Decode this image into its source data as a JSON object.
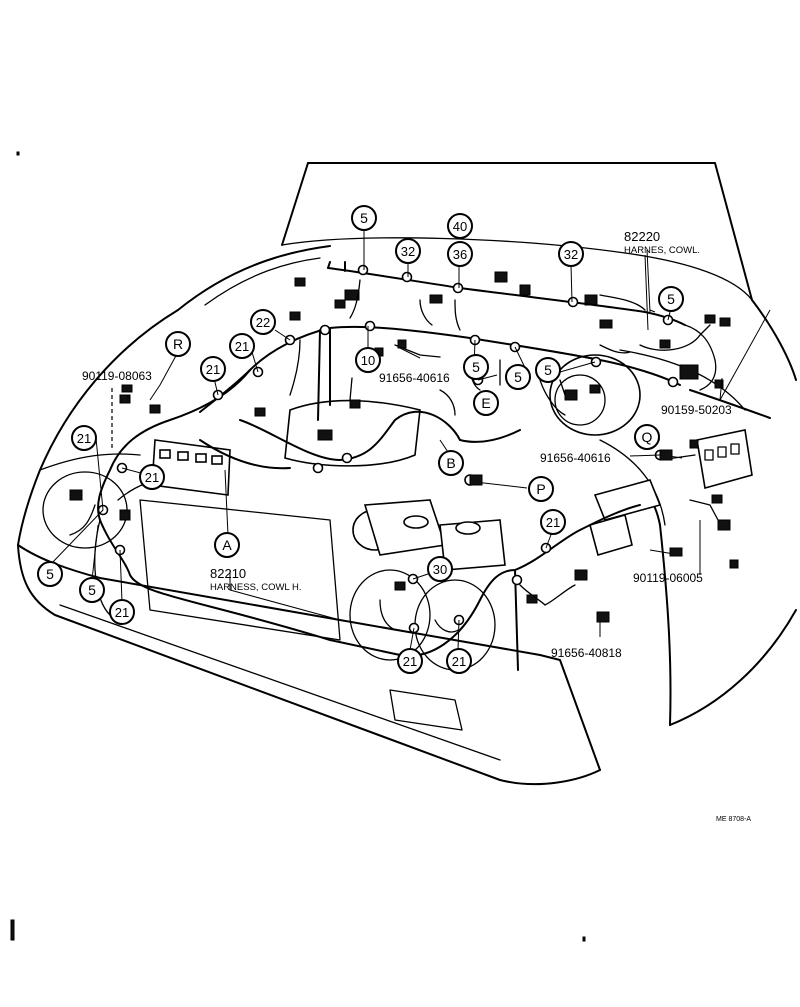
{
  "diagram": {
    "callouts": [
      {
        "id": "c1",
        "text": "5"
      },
      {
        "id": "c2",
        "text": "40"
      },
      {
        "id": "c3",
        "text": "32"
      },
      {
        "id": "c4",
        "text": "36"
      },
      {
        "id": "c5",
        "text": "32"
      },
      {
        "id": "c6",
        "text": "5"
      },
      {
        "id": "c7",
        "text": "22"
      },
      {
        "id": "c8",
        "text": "R"
      },
      {
        "id": "c9",
        "text": "21"
      },
      {
        "id": "c10",
        "text": "21"
      },
      {
        "id": "c11",
        "text": "10"
      },
      {
        "id": "c12",
        "text": "5"
      },
      {
        "id": "c13",
        "text": "5"
      },
      {
        "id": "c14",
        "text": "5"
      },
      {
        "id": "c15",
        "text": "E"
      },
      {
        "id": "c16",
        "text": "21"
      },
      {
        "id": "c17",
        "text": "21"
      },
      {
        "id": "c18",
        "text": "Q"
      },
      {
        "id": "c19",
        "text": "B"
      },
      {
        "id": "c20",
        "text": "P"
      },
      {
        "id": "c21",
        "text": "A"
      },
      {
        "id": "c22",
        "text": "21"
      },
      {
        "id": "c23",
        "text": "5"
      },
      {
        "id": "c24",
        "text": "5"
      },
      {
        "id": "c25",
        "text": "21"
      },
      {
        "id": "c26",
        "text": "30"
      },
      {
        "id": "c27",
        "text": "21"
      },
      {
        "id": "c28",
        "text": "21"
      }
    ],
    "labels": [
      {
        "id": "l1",
        "text": "82220"
      },
      {
        "id": "l2",
        "text": "HARNES, COWL."
      },
      {
        "id": "l3",
        "text": "90119-08063"
      },
      {
        "id": "l4",
        "text": "91656-40616"
      },
      {
        "id": "l5",
        "text": "90159-50203"
      },
      {
        "id": "l6",
        "text": "91656-40616"
      },
      {
        "id": "l7",
        "text": "82210"
      },
      {
        "id": "l8",
        "text": "HARNESS, COWL H."
      },
      {
        "id": "l9",
        "text": "90119-06005"
      },
      {
        "id": "l10",
        "text": "91656-40818"
      },
      {
        "id": "l11",
        "text": "ME 8708-A"
      }
    ]
  }
}
